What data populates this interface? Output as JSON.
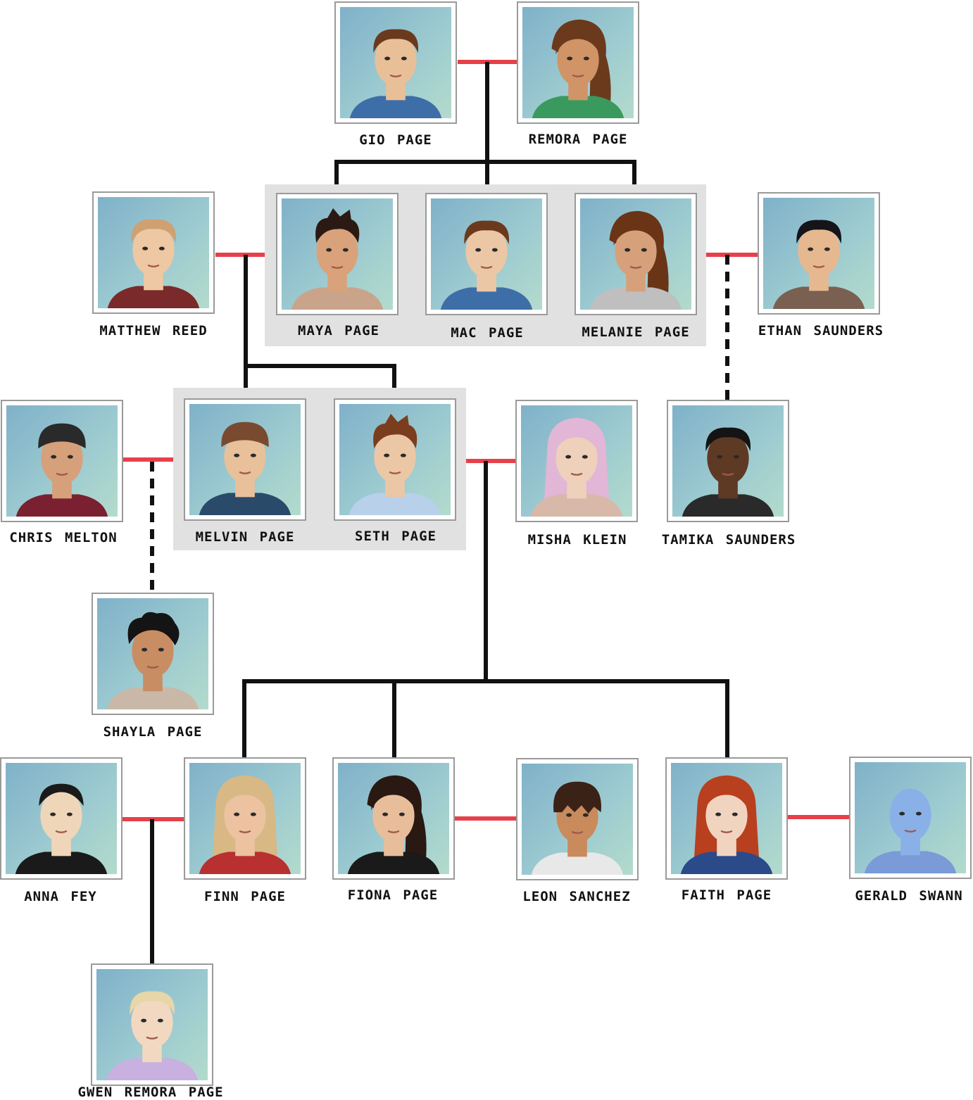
{
  "colors": {
    "partner_line": "#e6404a",
    "child_line": "#111111",
    "group_background": "#e1e1e1",
    "photo_background": "#a6d0cf"
  },
  "people": {
    "gio_page": {
      "name": "GIO PAGE",
      "skin": "#e9bf98",
      "hair": "#6a3a1e",
      "hair_style": "short",
      "shirt": "#3d6ea8"
    },
    "remora_page": {
      "name": "REMORA PAGE",
      "skin": "#d09467",
      "hair": "#6b3a1c",
      "hair_style": "long-side",
      "shirt": "#3a9a5e"
    },
    "matthew_reed": {
      "name": "MATTHEW REED",
      "skin": "#eec7a3",
      "hair": "#cfa171",
      "hair_style": "short",
      "shirt": "#7a2a2a"
    },
    "maya_page": {
      "name": "MAYA PAGE",
      "skin": "#d9a27a",
      "hair": "#2b1a14",
      "hair_style": "spiky",
      "shirt": "#c9a48a"
    },
    "mac_page": {
      "name": "MAC PAGE",
      "skin": "#ecc7a5",
      "hair": "#6b3a1c",
      "hair_style": "short",
      "shirt": "#3d6ea8"
    },
    "melanie_page": {
      "name": "MELANIE PAGE",
      "skin": "#d6a07a",
      "hair": "#6a3416",
      "hair_style": "long-side",
      "shirt": "#bfbfbf"
    },
    "ethan_saunders": {
      "name": "ETHAN SAUNDERS",
      "skin": "#e6b890",
      "hair": "#14141a",
      "hair_style": "short",
      "shirt": "#7a6050"
    },
    "chris_melton": {
      "name": "CHRIS MELTON",
      "skin": "#d6a07a",
      "hair": "#2a2a2a",
      "hair_style": "cap",
      "shirt": "#7a2030"
    },
    "melvin_page": {
      "name": "MELVIN PAGE",
      "skin": "#e8c09a",
      "hair": "#7a4a30",
      "hair_style": "cap",
      "shirt": "#2a4a6a"
    },
    "seth_page": {
      "name": "SETH PAGE",
      "skin": "#ecc7a5",
      "hair": "#7a3e1e",
      "hair_style": "spiky",
      "shirt": "#b8d0ea"
    },
    "misha_klein": {
      "name": "MISHA KLEIN",
      "skin": "#eed0bb",
      "hair": "#e2b6d6",
      "hair_style": "long",
      "shirt": "#d8b8a8"
    },
    "tamika_saunders": {
      "name": "TAMIKA SAUNDERS",
      "skin": "#5e3a24",
      "hair": "#141414",
      "hair_style": "short",
      "shirt": "#2a2a2a"
    },
    "shayla_page": {
      "name": "SHAYLA PAGE",
      "skin": "#c98d63",
      "hair": "#141414",
      "hair_style": "curly",
      "shirt": "#c9b8a8"
    },
    "anna_fey": {
      "name": "ANNA FEY",
      "skin": "#f0d6b8",
      "hair": "#1a1a1a",
      "hair_style": "slick",
      "shirt": "#1a1a1a"
    },
    "finn_page": {
      "name": "FINN PAGE",
      "skin": "#ecc2a0",
      "hair": "#d8b884",
      "hair_style": "long",
      "shirt": "#b83030"
    },
    "fiona_page": {
      "name": "FIONA PAGE",
      "skin": "#e8bd9a",
      "hair": "#2a1812",
      "hair_style": "long-side",
      "shirt": "#1a1a1a"
    },
    "leon_sanchez": {
      "name": "LEON SANCHEZ",
      "skin": "#c98a5c",
      "hair": "#3a2216",
      "hair_style": "bangs",
      "shirt": "#e8e8e8"
    },
    "faith_page": {
      "name": "FAITH PAGE",
      "skin": "#f0d4c0",
      "hair": "#b8401e",
      "hair_style": "long",
      "shirt": "#2a4a8a"
    },
    "gerald_swann": {
      "name": "GERALD SWANN",
      "skin": "#8ab0e8",
      "hair": "#8ab0e8",
      "hair_style": "bald",
      "shirt": "#7a9ad8"
    },
    "gwen_remora_page": {
      "name": "GWEN REMORA PAGE",
      "skin": "#f2d8c0",
      "hair": "#e6d6a8",
      "hair_style": "short",
      "shirt": "#c8b0e0"
    }
  }
}
